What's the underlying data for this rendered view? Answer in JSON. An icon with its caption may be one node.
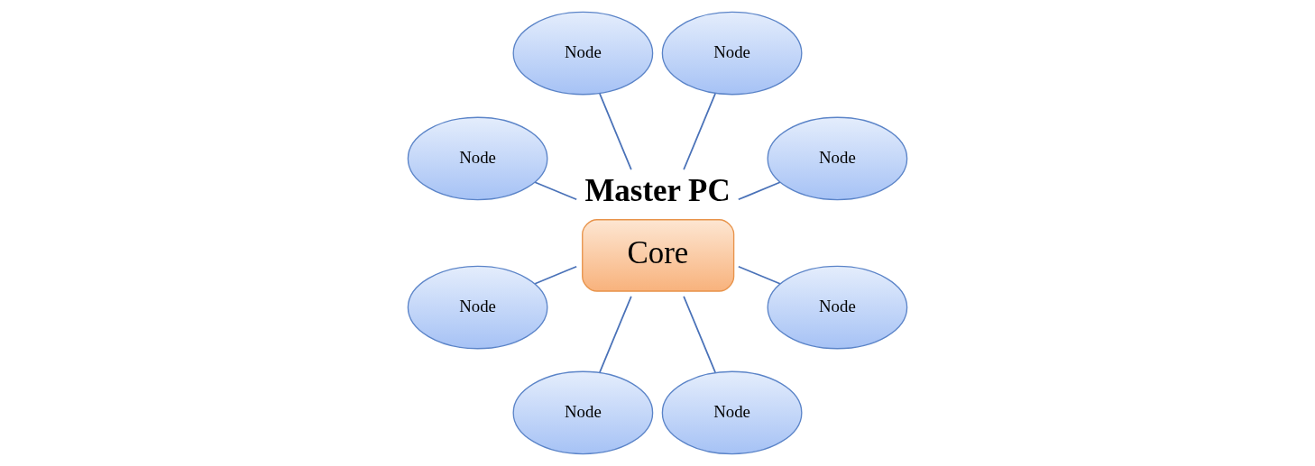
{
  "diagram": {
    "nodes": [
      {
        "text": [
          "Node"
        ]
      },
      {
        "text": [
          "Node"
        ]
      },
      {
        "text": [
          "Node"
        ]
      },
      {
        "text": [
          "Master PC",
          "Core"
        ]
      },
      {
        "text": [
          "Node"
        ]
      },
      {
        "text": [
          "Node"
        ]
      },
      {
        "text": [
          "Node"
        ]
      },
      {
        "text": [
          "Node"
        ]
      },
      {
        "text": [
          "Node"
        ]
      }
    ],
    "edges": [
      {
        "from": 3,
        "to": 0,
        "arrow": "none"
      },
      {
        "from": 3,
        "to": 1,
        "arrow": "none"
      },
      {
        "from": 3,
        "to": 2,
        "arrow": "none"
      },
      {
        "from": 3,
        "to": 4,
        "arrow": "none"
      },
      {
        "from": 3,
        "to": 5,
        "arrow": "none"
      },
      {
        "from": 3,
        "to": 6,
        "arrow": "none"
      },
      {
        "from": 3,
        "to": 7,
        "arrow": "none"
      },
      {
        "from": 3,
        "to": 8,
        "arrow": "none"
      }
    ]
  }
}
